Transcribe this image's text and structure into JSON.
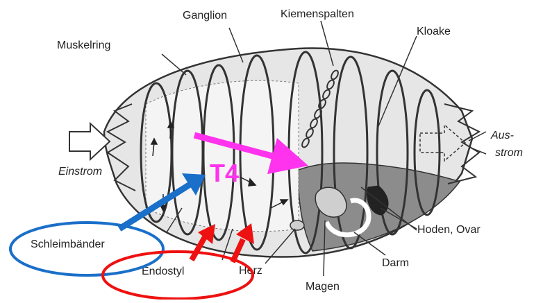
{
  "labels": {
    "ganglion": "Ganglion",
    "kiemenspalten": "Kiemenspalten",
    "muskelring": "Muskelring",
    "kloake": "Kloake",
    "aus": "Aus-",
    "strom": "strom",
    "einstrom": "Einstrom",
    "schleimbaender": "Schleimbänder",
    "endostyl": "Endostyl",
    "herz": "Herz",
    "magen": "Magen",
    "darm": "Darm",
    "hoden_ovar": "Hoden, Ovar"
  },
  "annotation": {
    "marker": "T4"
  },
  "colors": {
    "magenta": "#ff33ee",
    "blue": "#1a6fc9",
    "red": "#ee1111",
    "body_fill": "#e6e6e6",
    "gut_fill": "#8c8c8c",
    "outline": "#333333"
  }
}
